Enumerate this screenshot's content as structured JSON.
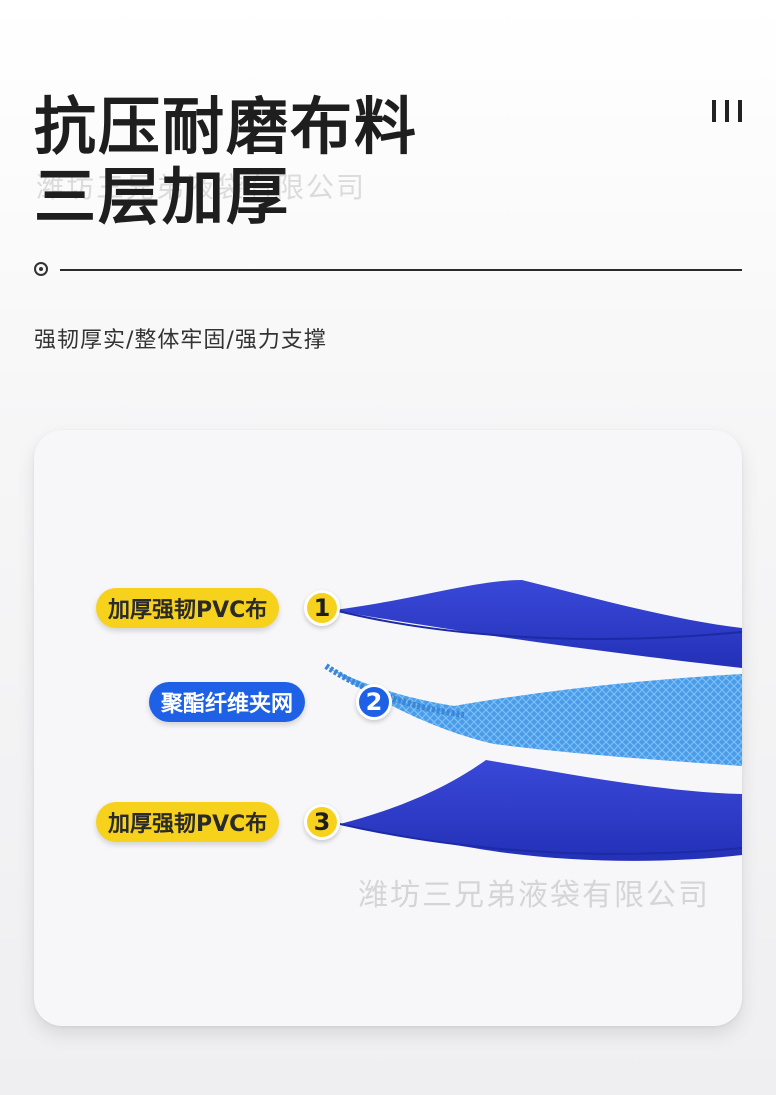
{
  "header": {
    "title_line1": "抗压耐磨布料",
    "title_line2": "三层加厚",
    "subtitle": "强韧厚实/整体牢固/强力支撑"
  },
  "watermarks": {
    "top": "潍坊三兄弟液袋有限公司",
    "bottom": "潍坊三兄弟液袋有限公司"
  },
  "layers": [
    {
      "label": "加厚强韧PVC布",
      "number": "1",
      "color": "#f7d21c"
    },
    {
      "label": "聚酯纤维夹网",
      "number": "2",
      "color": "#1e61e6"
    },
    {
      "label": "加厚强韧PVC布",
      "number": "3",
      "color": "#f7d21c"
    }
  ],
  "colors": {
    "pvc_blue": "#2f3fcf",
    "mesh_blue": "#4a9cea",
    "accent_yellow": "#f7d21c"
  },
  "icons": {
    "divider": "target-circle-icon",
    "decoration": "three-bars-icon"
  }
}
